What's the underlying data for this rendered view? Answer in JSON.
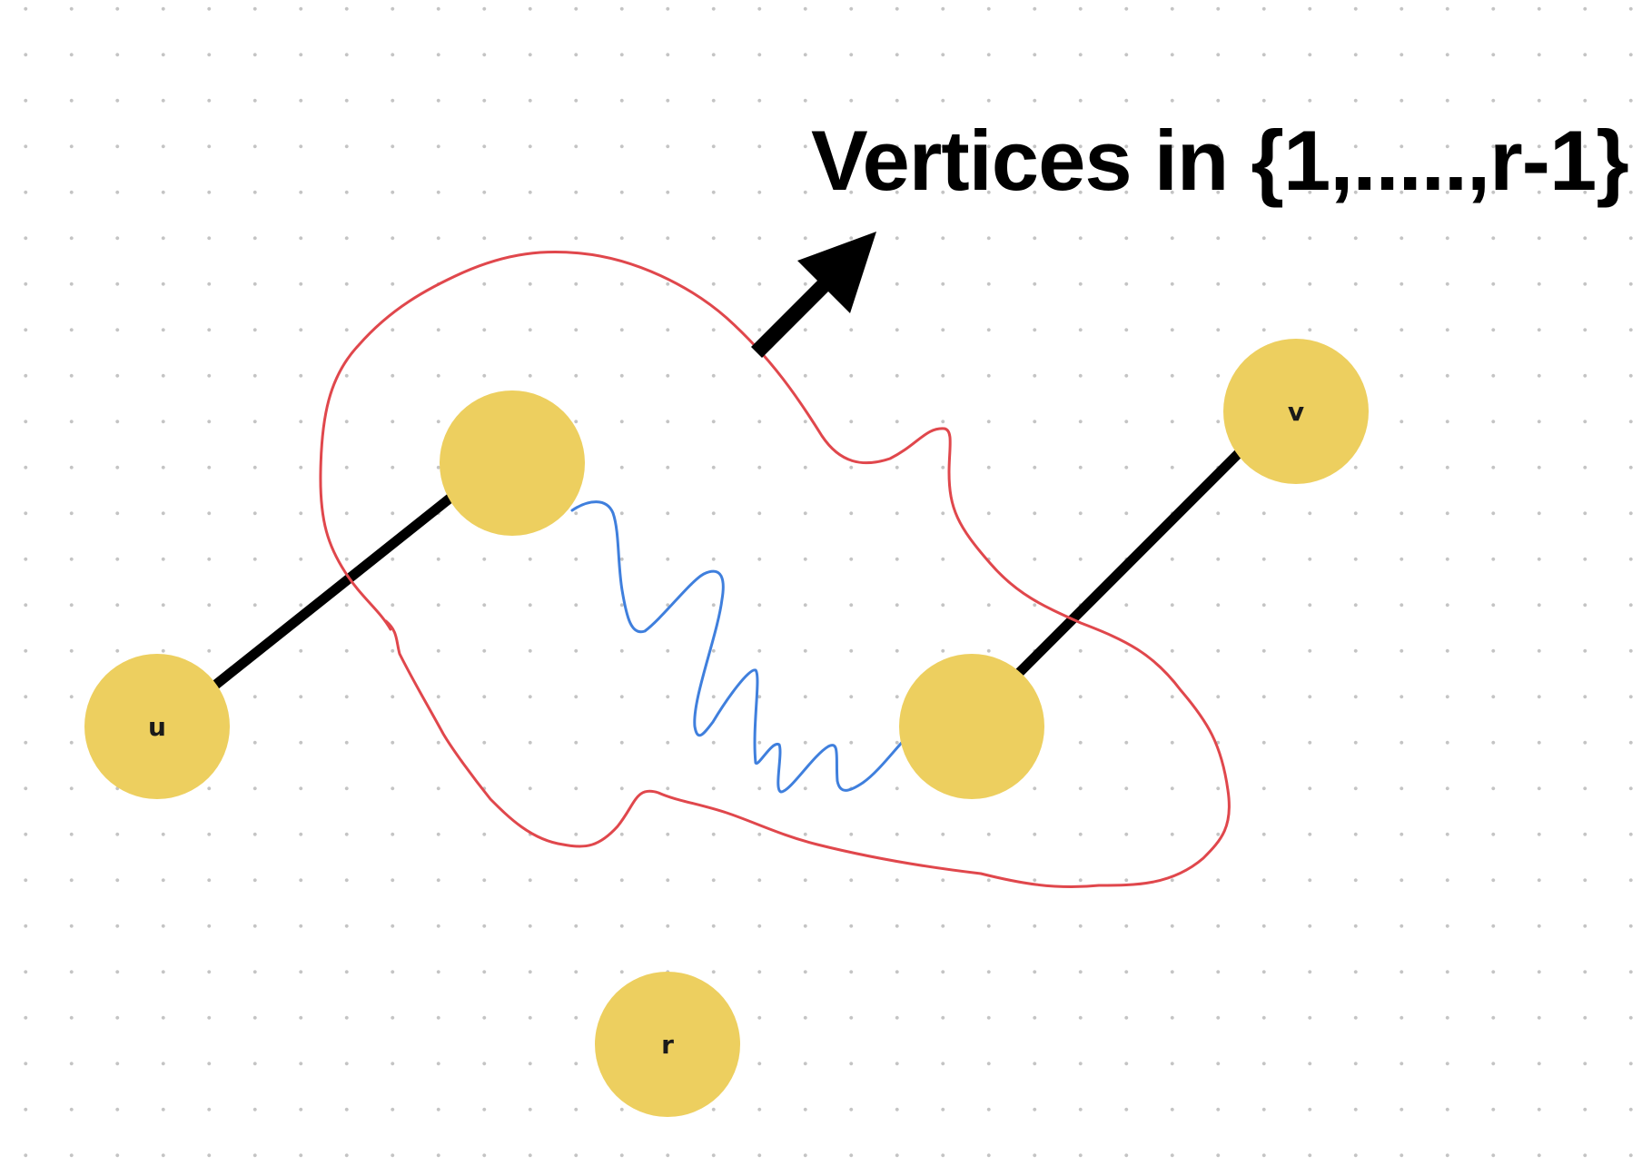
{
  "diagram": {
    "annotation": "Vertices in {1,.....,r-1}",
    "vertices": {
      "u": {
        "label": "u"
      },
      "a": {
        "label": ""
      },
      "b": {
        "label": ""
      },
      "v": {
        "label": "v"
      },
      "r": {
        "label": "r"
      }
    },
    "colors": {
      "vertex_fill": "#EDCF5F",
      "edge": "#000000",
      "region_outline": "#E0474C",
      "path": "#3F7FDD",
      "arrow": "#000000"
    }
  }
}
